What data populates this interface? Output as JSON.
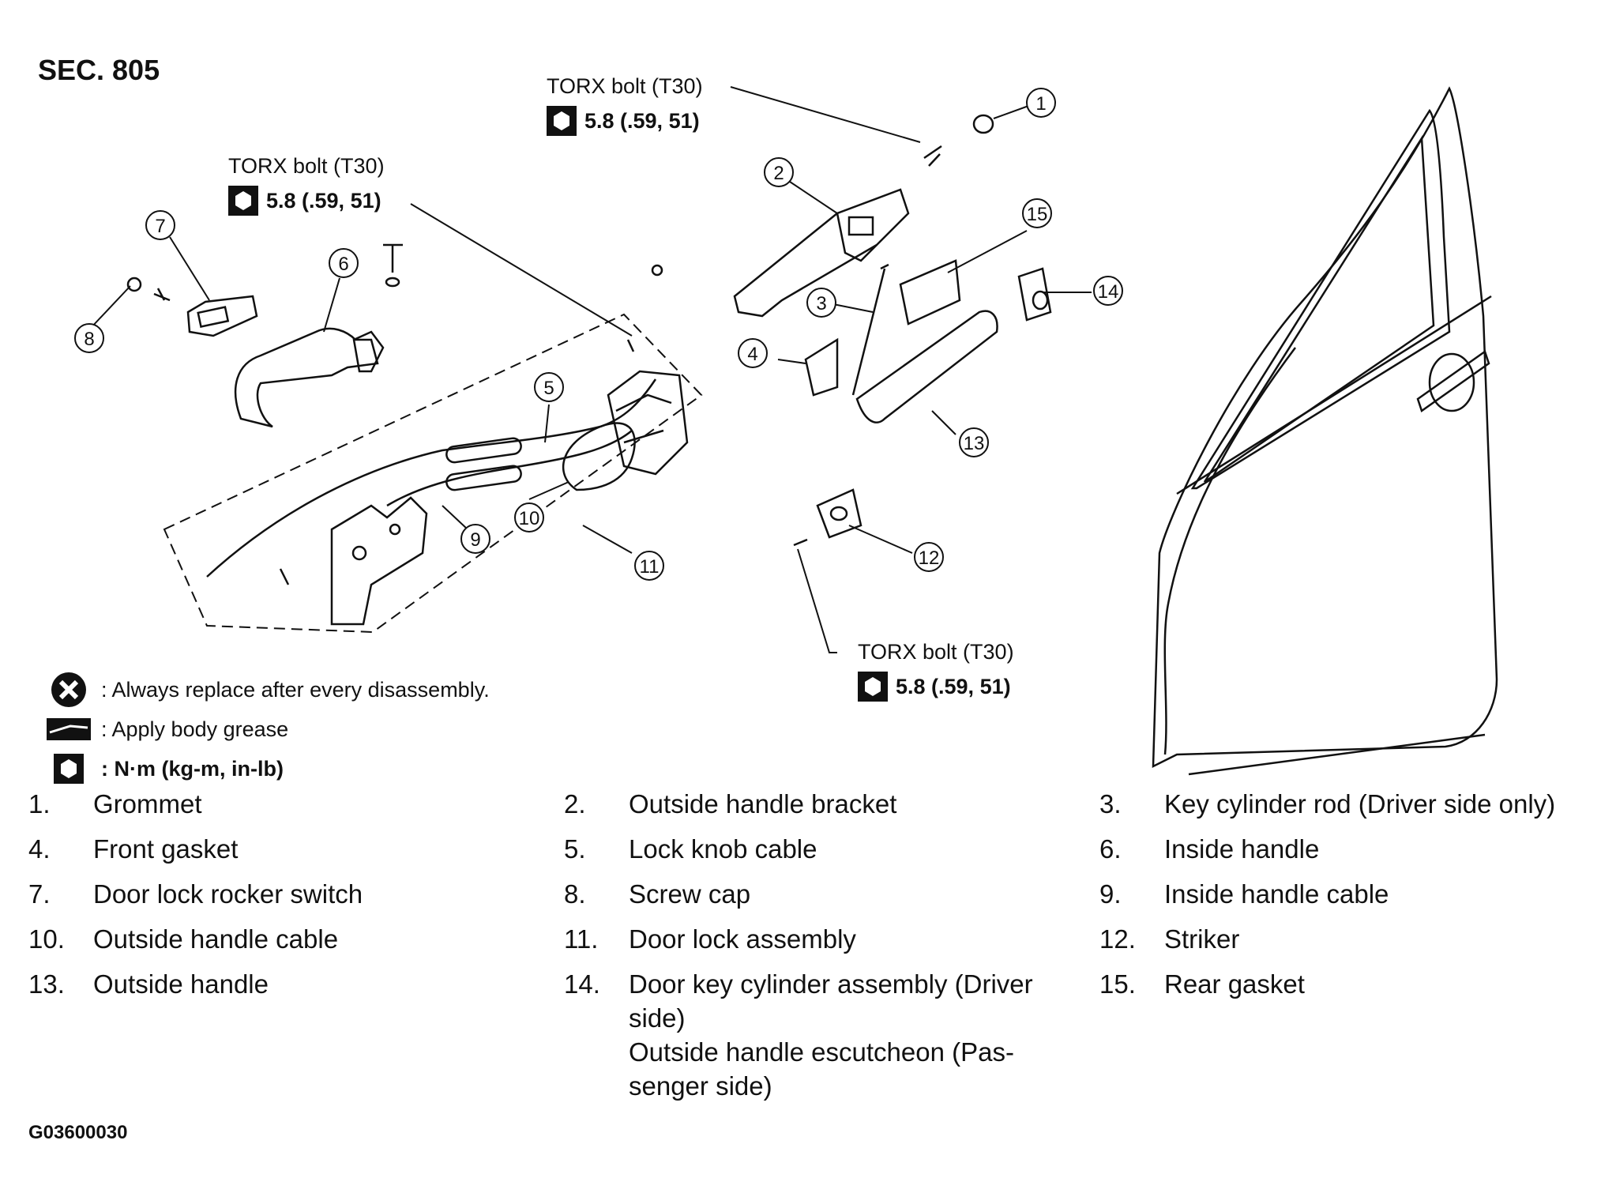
{
  "section": "SEC. 805",
  "torx_callouts": [
    {
      "label": "TORX bolt (T30)",
      "spec": "5.8 (.59, 51)"
    },
    {
      "label": "TORX bolt (T30)",
      "spec": "5.8 (.59, 51)"
    },
    {
      "label": "TORX bolt (T30)",
      "spec": "5.8 (.59, 51)"
    }
  ],
  "callout_numbers": [
    "1",
    "2",
    "3",
    "4",
    "5",
    "6",
    "7",
    "8",
    "9",
    "10",
    "11",
    "12",
    "13",
    "14",
    "15"
  ],
  "legend": [
    {
      "icon": "x-circle-icon",
      "text": ": Always replace after every disassembly."
    },
    {
      "icon": "grease-icon",
      "text": ": Apply body grease"
    },
    {
      "icon": "torque-wrench-icon",
      "text": ": N·m (kg-m, in-lb)"
    }
  ],
  "parts": [
    {
      "num": "1.",
      "name": "Grommet"
    },
    {
      "num": "2.",
      "name": "Outside handle bracket"
    },
    {
      "num": "3.",
      "name": "Key cylinder rod (Driver side only)"
    },
    {
      "num": "4.",
      "name": "Front gasket"
    },
    {
      "num": "5.",
      "name": "Lock knob cable"
    },
    {
      "num": "6.",
      "name": "Inside handle"
    },
    {
      "num": "7.",
      "name": "Door lock rocker switch"
    },
    {
      "num": "8.",
      "name": "Screw cap"
    },
    {
      "num": "9.",
      "name": "Inside handle cable"
    },
    {
      "num": "10.",
      "name": "Outside handle cable"
    },
    {
      "num": "11.",
      "name": "Door lock assembly"
    },
    {
      "num": "12.",
      "name": "Striker"
    },
    {
      "num": "13.",
      "name": "Outside handle"
    },
    {
      "num": "14.",
      "name": "Door key cylinder assembly (Driver side)",
      "extra": "Outside handle escutcheon (Pas-senger side)"
    },
    {
      "num": "15.",
      "name": "Rear gasket"
    }
  ],
  "figure_code": "G03600030"
}
